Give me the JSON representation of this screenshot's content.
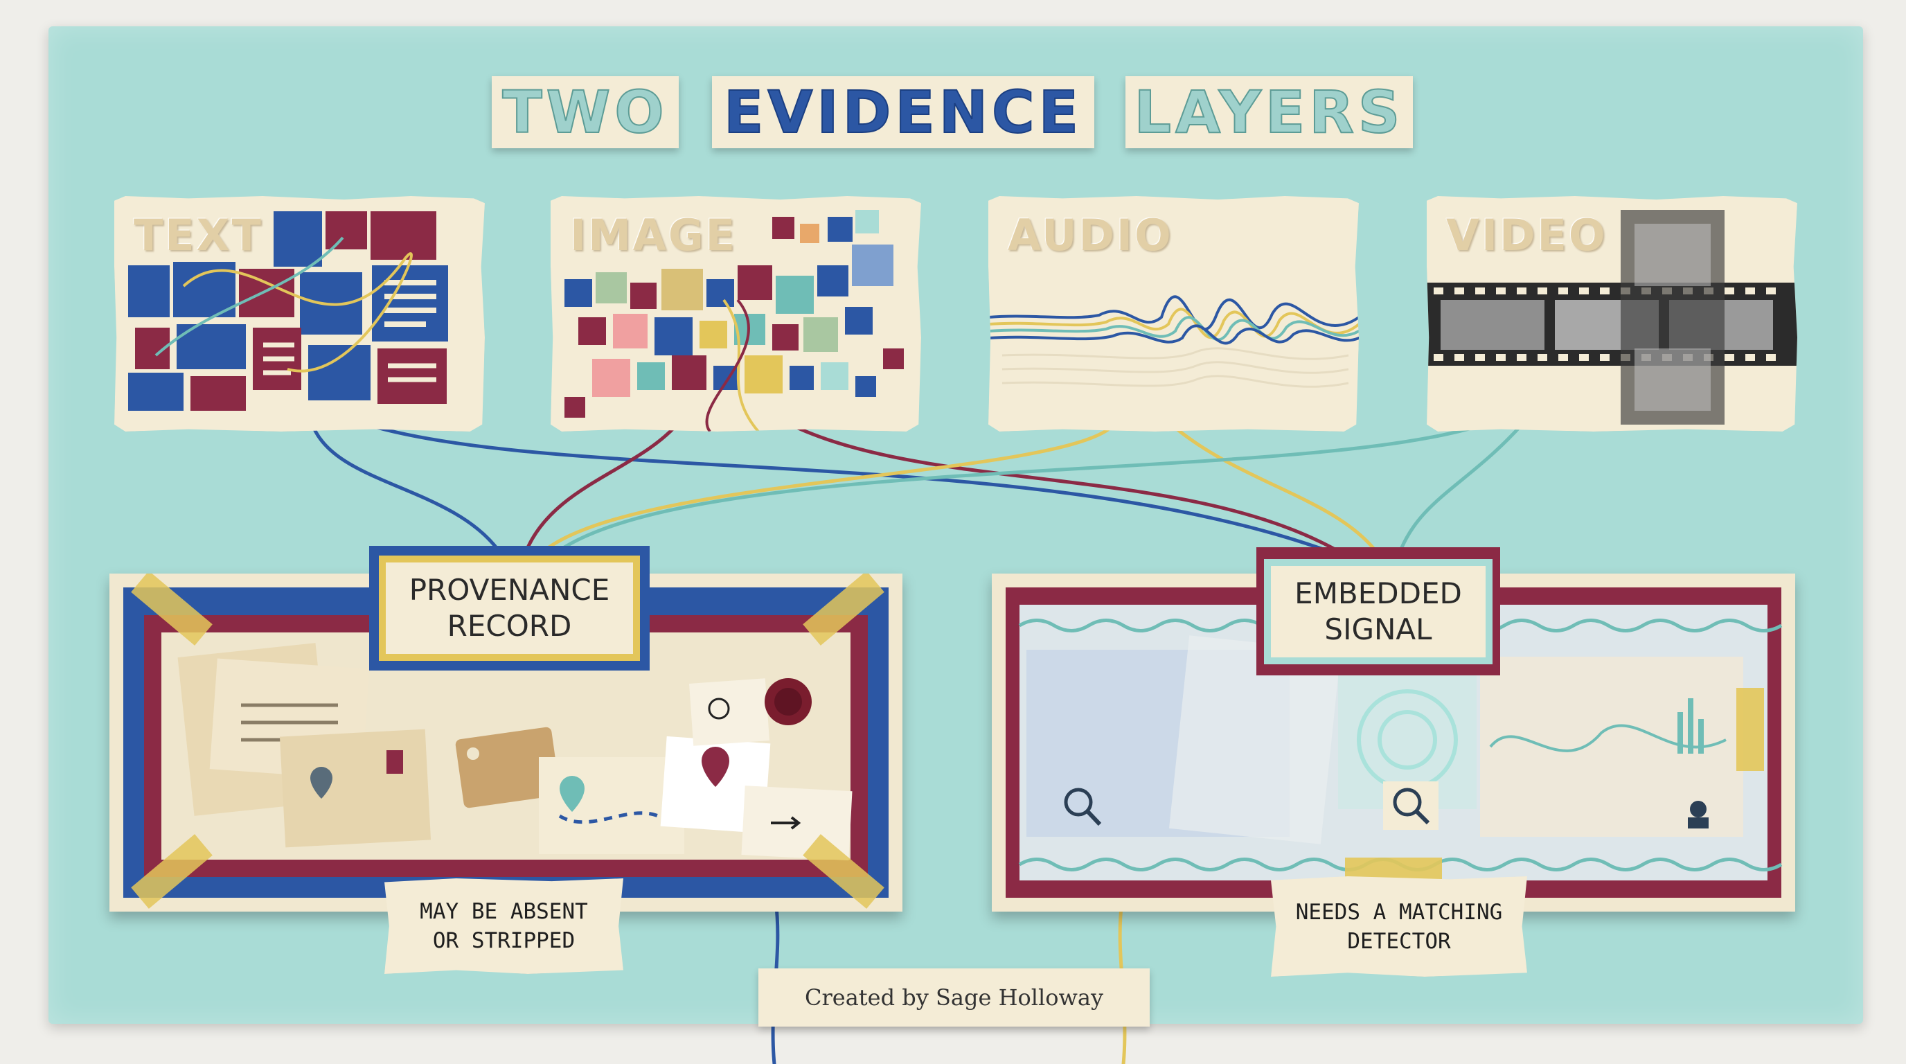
{
  "title": {
    "word1": "TWO",
    "word2": "EVIDENCE",
    "word3": "LAYERS"
  },
  "cards": [
    {
      "label": "TEXT",
      "icon": "text-collage-icon"
    },
    {
      "label": "IMAGE",
      "icon": "pixel-mosaic-icon"
    },
    {
      "label": "AUDIO",
      "icon": "waveform-icon"
    },
    {
      "label": "VIDEO",
      "icon": "film-strip-icon"
    }
  ],
  "panels": {
    "provenance": {
      "line1": "PROVENANCE",
      "line2": "RECORD",
      "note_line1": "May be absent",
      "note_line2": "or stripped"
    },
    "embedded": {
      "line1": "EMBEDDED",
      "line2": "SIGNAL",
      "note_line1": "Needs a matching",
      "note_line2": "detector"
    }
  },
  "credit": "Created by Sage Holloway",
  "colors": {
    "board": "#a9dcd6",
    "cream": "#f4ecd6",
    "navy": "#2c57a4",
    "maroon": "#8b2a45",
    "mustard": "#e3c65a",
    "teal": "#6fbdb6"
  }
}
